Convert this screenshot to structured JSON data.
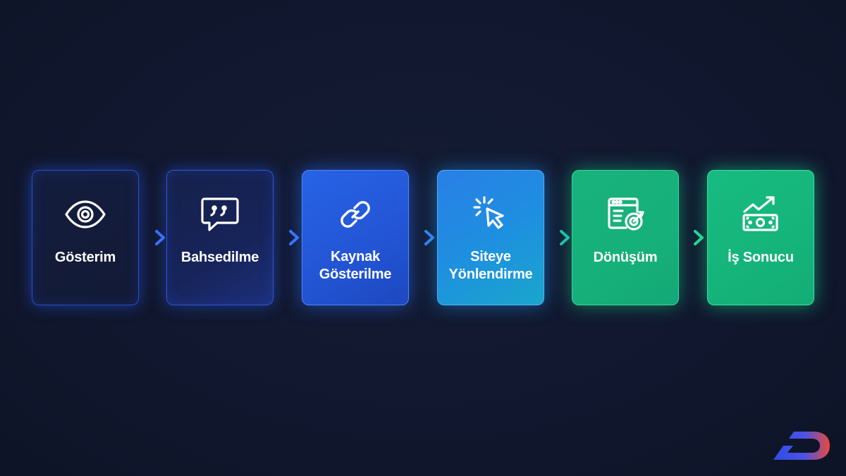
{
  "steps": [
    {
      "label": "Gösterim",
      "icon": "eye-icon"
    },
    {
      "label": "Bahsedilme",
      "icon": "quote-bubble-icon"
    },
    {
      "label": "Kaynak\nGösterilme",
      "icon": "link-icon"
    },
    {
      "label": "Siteye\nYönlendirme",
      "icon": "cursor-click-icon"
    },
    {
      "label": "Dönüşüm",
      "icon": "conversion-target-icon"
    },
    {
      "label": "İş Sonucu",
      "icon": "money-growth-icon"
    }
  ],
  "colors": {
    "background": "#111830",
    "blue": "#2356d6",
    "light_blue": "#1e8fe0",
    "green": "#16b07a",
    "icon": "#ffffff"
  }
}
